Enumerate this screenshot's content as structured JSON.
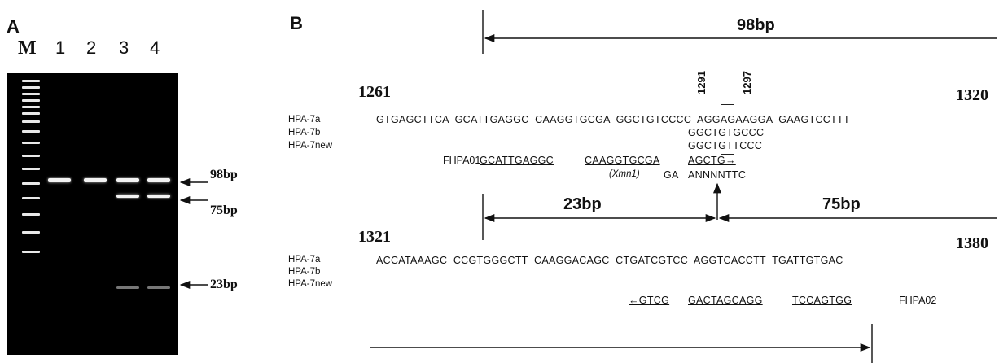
{
  "panel_a": {
    "letter": "A",
    "lane_labels": [
      "M",
      "1",
      "2",
      "3",
      "4"
    ],
    "size_markers": [
      "98bp",
      "75bp",
      "23bp"
    ]
  },
  "panel_b": {
    "letter": "B",
    "top_span": "98bp",
    "block1": {
      "start": "1261",
      "end": "1320",
      "pos_1291": "1291",
      "pos_1297": "1297",
      "rows": [
        {
          "name": "HPA-7a",
          "seq": "GTGAGCTTCA  GCATTGAGGC  CAAGGTGCGA  GGCTGTCCCC  AGGAGAAGGA  GAAGTCCTTT"
        },
        {
          "name": "HPA-7b",
          "seq": "GGCTGTGCCC"
        },
        {
          "name": "HPA-7new",
          "seq": "GGCTGTTCCC"
        }
      ],
      "primer_name": "FHPA01",
      "primer_seg1": "GCATTGAGGC",
      "primer_seg2": "CAAGGTGCGA",
      "primer_seg3": "AGCTG→",
      "xmn_label": "(Xmn1)",
      "xmn_ga": "GA",
      "xmn_site": "ANNNNTTC"
    },
    "mid_spans": [
      "23bp",
      "75bp"
    ],
    "block2": {
      "start": "1321",
      "end": "1380",
      "rows": [
        {
          "name": "HPA-7a",
          "seq": "ACCATAAAGC  CCGTGGGCTT  CAAGGACAGC  CTGATCGTCC  AGGTCACCTT  TGATTGTGAC"
        },
        {
          "name": "HPA-7b",
          "seq": ""
        },
        {
          "name": "HPA-7new",
          "seq": ""
        }
      ],
      "primer_seg1": "←GTCG",
      "primer_seg2": "GACTAGCAGG",
      "primer_seg3": "TCCAGTGG",
      "primer_name": "FHPA02"
    }
  }
}
